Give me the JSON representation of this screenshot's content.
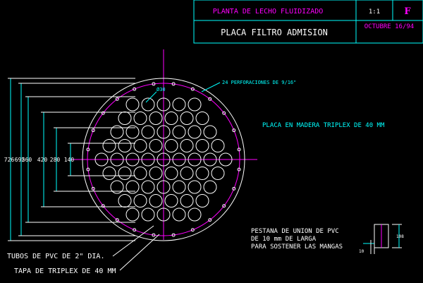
{
  "title_block": {
    "project": "PLANTA DE LECHO FLUIDIZADO",
    "scale": "1:1",
    "sheet": "F",
    "drawing_title": "PLACA FILTRO ADMISION",
    "date": "OCTUBRE 16/94"
  },
  "annotations": {
    "perforations": "24 PERFORACIONES DE 9/16\"",
    "hole_diameter": "Ø30",
    "material": "PLACA EN MADERA TRIPLEX DE 40 MM",
    "pvc_tubes": "TUBOS DE PVC DE 2\" DIA.",
    "triplex_cap": "TAPA DE TRIPLEX DE 40 MM",
    "flange_line1": "PESTANA DE UNION DE PVC",
    "flange_line2": "DE 10 mm DE LARGA",
    "flange_line3": "PARA SOSTENER LAS MANGAS",
    "flange_dim_length": "108",
    "flange_dim_thickness": "10"
  },
  "dimensions": [
    "726",
    "692",
    "560",
    "420",
    "280",
    "140"
  ],
  "colors": {
    "background": "#000000",
    "lines": "#ffffff",
    "magenta": "#ff00ff",
    "cyan": "#00ffff",
    "yellow": "#ffff00"
  }
}
